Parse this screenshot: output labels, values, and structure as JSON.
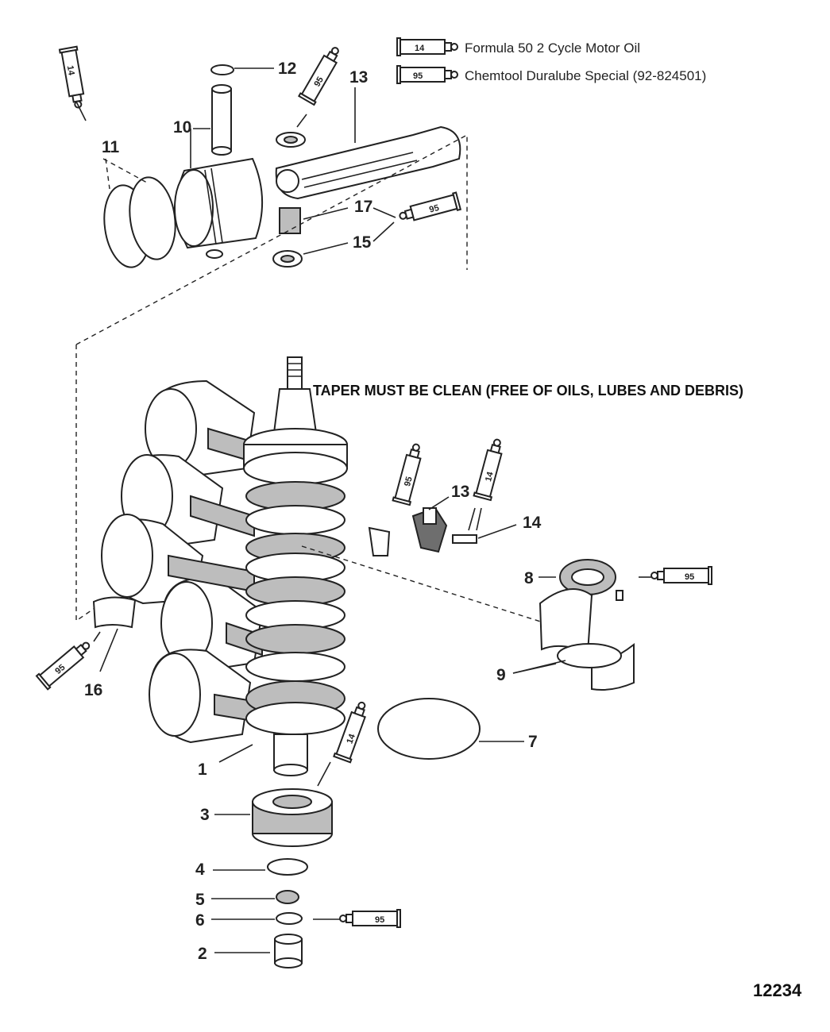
{
  "legend": {
    "items": [
      {
        "num": "14",
        "text": "Formula 50 2 Cycle Motor Oil"
      },
      {
        "num": "95",
        "text": "Chemtool Duralube Special (92-824501)"
      }
    ]
  },
  "note": "TAPER MUST BE CLEAN (FREE OF OILS, LUBES AND DEBRIS)",
  "figure_number": "12234",
  "callouts": {
    "c12": "12",
    "c13_top": "13",
    "c10": "10",
    "c11": "11",
    "c17": "17",
    "c15": "15",
    "c13_mid": "13",
    "c14": "14",
    "c8": "8",
    "c9": "9",
    "c16": "16",
    "c7": "7",
    "c1": "1",
    "c3": "3",
    "c4": "4",
    "c5": "5",
    "c6": "6",
    "c2": "2"
  },
  "tubes": {
    "t_top_left": "14",
    "t_top_pin": "95",
    "t_rod": "95",
    "t_mid_95": "95",
    "t_mid_14": "14",
    "t_bearing": "95",
    "t_left": "95",
    "t_crank": "14",
    "t_bottom": "95"
  }
}
